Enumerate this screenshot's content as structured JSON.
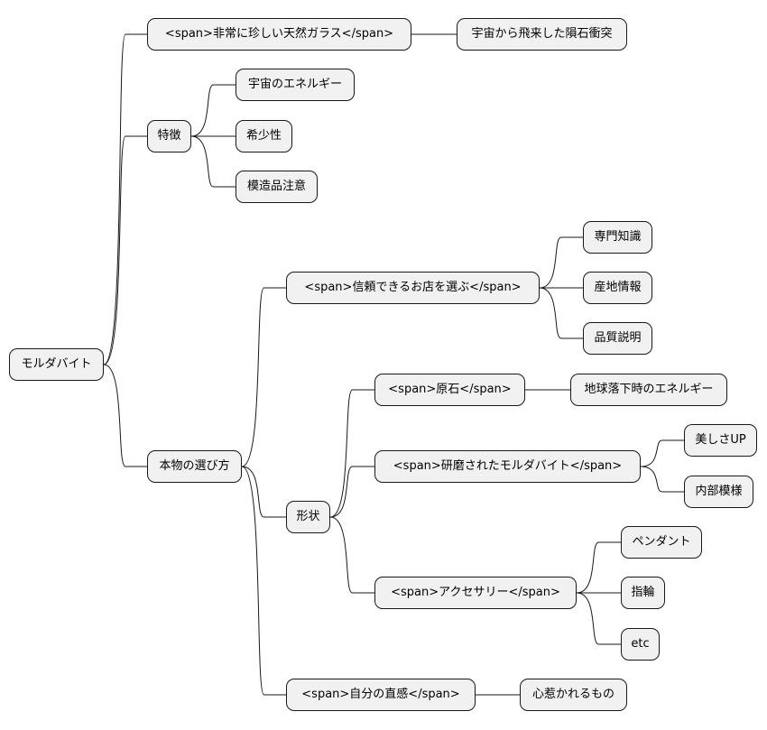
{
  "diagram": {
    "colors": {
      "node_fill": "#f1f1f1",
      "node_border": "#181818",
      "edge": "#181818",
      "background": "#ffffff"
    },
    "root": {
      "label": "モルダバイト",
      "children": [
        {
          "label": "<span>非常に珍しい天然ガラス</span>",
          "children": [
            {
              "label": "宇宙から飛来した隕石衝突"
            }
          ]
        },
        {
          "label": "特徴",
          "children": [
            {
              "label": "宇宙のエネルギー"
            },
            {
              "label": "希少性"
            },
            {
              "label": "模造品注意"
            }
          ]
        },
        {
          "label": "本物の選び方",
          "children": [
            {
              "label": "<span>信頼できるお店を選ぶ</span>",
              "children": [
                {
                  "label": "専門知識"
                },
                {
                  "label": "産地情報"
                },
                {
                  "label": "品質説明"
                }
              ]
            },
            {
              "label": "形状",
              "children": [
                {
                  "label": "<span>原石</span>",
                  "children": [
                    {
                      "label": "地球落下時のエネルギー"
                    }
                  ]
                },
                {
                  "label": "<span>研磨されたモルダバイト</span>",
                  "children": [
                    {
                      "label": "美しさUP"
                    },
                    {
                      "label": "内部模様"
                    }
                  ]
                },
                {
                  "label": "<span>アクセサリー</span>",
                  "children": [
                    {
                      "label": "ペンダント"
                    },
                    {
                      "label": "指輪"
                    },
                    {
                      "label": "etc"
                    }
                  ]
                }
              ]
            },
            {
              "label": "<span>自分の直感</span>",
              "children": [
                {
                  "label": "心惹かれるもの"
                }
              ]
            }
          ]
        }
      ]
    }
  }
}
